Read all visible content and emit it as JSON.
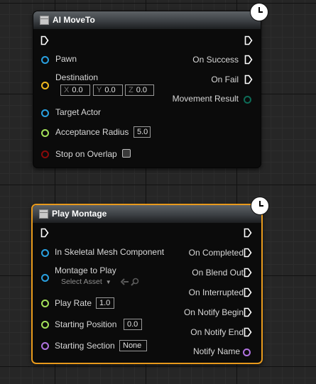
{
  "colors": {
    "object_pin": "#29a0e0",
    "vector_pin": "#f0b81e",
    "float_pin": "#a4e25a",
    "bool_pin": "#8a0a0a",
    "enum_pin": "#0d6b57",
    "name_pin": "#b073e0",
    "selected_border": "#e89a1c"
  },
  "move_to": {
    "title": "AI MoveTo",
    "icon": "function-node-icon",
    "latent_icon": "clock-icon",
    "inputs": {
      "pawn": "Pawn",
      "destination": "Destination",
      "target_actor": "Target Actor",
      "acceptance_radius": "Acceptance Radius",
      "stop_on_overlap": "Stop on Overlap"
    },
    "destination_vector": {
      "x_label": "X",
      "x_value": "0.0",
      "y_label": "Y",
      "y_value": "0.0",
      "z_label": "Z",
      "z_value": "0.0"
    },
    "acceptance_radius_value": "5.0",
    "stop_on_overlap_checked": false,
    "outputs": {
      "on_success": "On Success",
      "on_fail": "On Fail",
      "movement_result": "Movement Result"
    }
  },
  "play_montage": {
    "title": "Play Montage",
    "icon": "function-node-icon",
    "latent_icon": "clock-icon",
    "inputs": {
      "skeletal_mesh": "In Skeletal Mesh Component",
      "montage": "Montage to Play",
      "play_rate": "Play Rate",
      "starting_position": "Starting Position",
      "starting_section": "Starting Section"
    },
    "montage_asset_placeholder": "Select Asset",
    "play_rate_value": "1.0",
    "starting_position_value": "0.0",
    "starting_section_value": "None",
    "outputs": {
      "on_completed": "On Completed",
      "on_blend_out": "On Blend Out",
      "on_interrupted": "On Interrupted",
      "on_notify_begin": "On Notify Begin",
      "on_notify_end": "On Notify End",
      "notify_name": "Notify Name"
    }
  }
}
